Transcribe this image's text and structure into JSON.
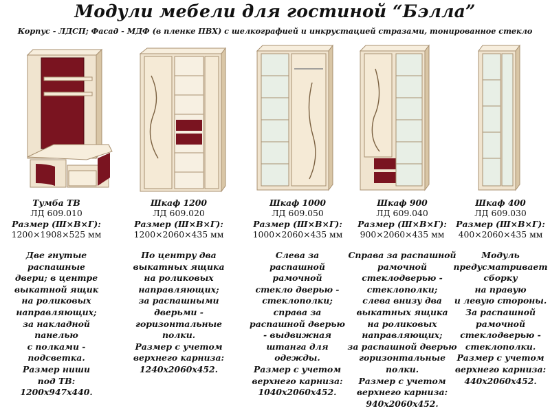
{
  "title": "Модули мебели для гостиной “Бэлла”",
  "subtitle": "Корпус - ЛДСП; Фасад - МДФ (в пленке ПВХ) с шелкографией и инкрустацией стразами, тонированное стекло",
  "colors": {
    "wood": "#f0e4cf",
    "wood_dark": "#d9c6a6",
    "accent": "#7a1420",
    "glass": "#e8efe6"
  },
  "modules": [
    {
      "icon": "tv-stand-illustration",
      "name": "Тумба ТВ",
      "code": "ЛД 609.010",
      "size_label": "Размер (Ш×В×Г):",
      "size": "1200×1908×525 мм",
      "desc": [
        "Две гнутые",
        "распашные",
        "двери; в центре",
        "выкатной ящик",
        "на роликовых",
        "направляющих;",
        "за накладной",
        "панелью",
        "с полками -",
        "подсветка.",
        "Размер ниши",
        "под ТВ:",
        "1200х947х440."
      ]
    },
    {
      "icon": "cabinet-1200-illustration",
      "name": "Шкаф 1200",
      "code": "ЛД 609.020",
      "size_label": "Размер (Ш×В×Г):",
      "size": "1200×2060×435 мм",
      "desc": [
        "По центру два",
        "выкатных ящика",
        "на роликовых",
        "направляющих;",
        "за распашными",
        "дверьми -",
        "горизонтальные",
        "полки.",
        "Размер с учетом",
        "верхнего карниза:",
        "1240х2060х452."
      ]
    },
    {
      "icon": "cabinet-1000-illustration",
      "name": "Шкаф 1000",
      "code": "ЛД 609.050",
      "size_label": "Размер (Ш×В×Г):",
      "size": "1000×2060×435 мм",
      "desc": [
        "Слева за",
        "распашной",
        "рамочной",
        "стекло дверью -",
        "стеклополки;",
        "справа за",
        "распашной дверью",
        "- выдвижная",
        "штанга для",
        "одежды.",
        "Размер с учетом",
        "верхнего карниза:",
        "1040х2060х452."
      ]
    },
    {
      "icon": "cabinet-900-illustration",
      "name": "Шкаф 900",
      "code": "ЛД 609.040",
      "size_label": "Размер (Ш×В×Г):",
      "size": "900×2060×435 мм",
      "desc": [
        "Справа за распашной",
        "рамочной",
        "стеклодверью -",
        "стеклополки;",
        "слева внизу два",
        "выкатных ящика",
        "на роликовых",
        "направляющих;",
        "за распашной дверью",
        "горизонтальные",
        "полки.",
        "Размер с учетом",
        "верхнего карниза:",
        "940х2060х452."
      ]
    },
    {
      "icon": "cabinet-400-illustration",
      "name": "Шкаф 400",
      "code": "ЛД 609.030",
      "size_label": "Размер (Ш×В×Г):",
      "size": "400×2060×435 мм",
      "desc": [
        "Модуль",
        "предусматривает",
        "сборку",
        "на правую",
        "и левую стороны.",
        "За распашной",
        "рамочной",
        "стеклодверью -",
        "стеклополки.",
        "Размер с учетом",
        "верхнего карниза:",
        "440х2060х452."
      ]
    }
  ]
}
